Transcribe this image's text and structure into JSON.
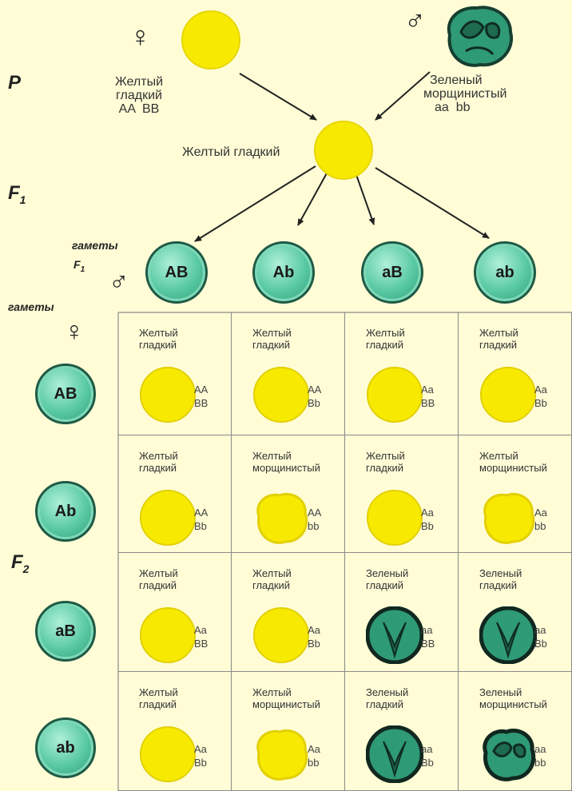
{
  "generations": {
    "p": "P",
    "f1": "F",
    "f1_sub": "1",
    "f2": "F",
    "f2_sub": "2"
  },
  "symbols": {
    "female": "♀",
    "male": "♂"
  },
  "parents": {
    "female": {
      "line1": "Желтый",
      "line2": "гладкий",
      "genotype": "AA  BB",
      "color": "#f7ea00"
    },
    "male": {
      "line1": "Зеленый",
      "line2": "морщинистый",
      "genotype": "aa  bb",
      "color": "#2f9a76"
    }
  },
  "f1": {
    "label": "Желтый гладкий"
  },
  "gametes_f1": {
    "label1": "гаметы",
    "label2": "F",
    "label2_sub": "1",
    "items": [
      "AB",
      "Ab",
      "aB",
      "ab"
    ]
  },
  "gametes_female": {
    "label": "гаметы",
    "items": [
      "AB",
      "Ab",
      "aB",
      "ab"
    ]
  },
  "grid": [
    [
      {
        "phenotype": [
          "Желтый",
          "гладкий"
        ],
        "genotype": [
          "AA",
          "BB"
        ],
        "color": "yellow",
        "shape": "smooth"
      },
      {
        "phenotype": [
          "Желтый",
          "гладкий"
        ],
        "genotype": [
          "AA",
          "Bb"
        ],
        "color": "yellow",
        "shape": "smooth"
      },
      {
        "phenotype": [
          "Желтый",
          "гладкий"
        ],
        "genotype": [
          "Aa",
          "BB"
        ],
        "color": "yellow",
        "shape": "smooth"
      },
      {
        "phenotype": [
          "Желтый",
          "гладкий"
        ],
        "genotype": [
          "Aa",
          "Bb"
        ],
        "color": "yellow",
        "shape": "smooth"
      }
    ],
    [
      {
        "phenotype": [
          "Желтый",
          "гладкий"
        ],
        "genotype": [
          "AA",
          "Bb"
        ],
        "color": "yellow",
        "shape": "smooth"
      },
      {
        "phenotype": [
          "Желтый",
          "морщинистый"
        ],
        "genotype": [
          "AA",
          "bb"
        ],
        "color": "yellow",
        "shape": "wrinkled"
      },
      {
        "phenotype": [
          "Желтый",
          "гладкий"
        ],
        "genotype": [
          "Aa",
          "Bb"
        ],
        "color": "yellow",
        "shape": "smooth"
      },
      {
        "phenotype": [
          "Желтый",
          "морщинистый"
        ],
        "genotype": [
          "Aa",
          "bb"
        ],
        "color": "yellow",
        "shape": "wrinkled"
      }
    ],
    [
      {
        "phenotype": [
          "Желтый",
          "гладкий"
        ],
        "genotype": [
          "Aa",
          "BB"
        ],
        "color": "yellow",
        "shape": "smooth"
      },
      {
        "phenotype": [
          "Желтый",
          "гладкий"
        ],
        "genotype": [
          "Aa",
          "Bb"
        ],
        "color": "yellow",
        "shape": "smooth"
      },
      {
        "phenotype": [
          "Зеленый",
          "гладкий"
        ],
        "genotype": [
          "aa",
          "BB"
        ],
        "color": "green",
        "shape": "smooth"
      },
      {
        "phenotype": [
          "Зеленый",
          "гладкий"
        ],
        "genotype": [
          "aa",
          "Bb"
        ],
        "color": "green",
        "shape": "smooth"
      }
    ],
    [
      {
        "phenotype": [
          "Желтый",
          "гладкий"
        ],
        "genotype": [
          "Aa",
          "Bb"
        ],
        "color": "yellow",
        "shape": "smooth"
      },
      {
        "phenotype": [
          "Желтый",
          "морщинистый"
        ],
        "genotype": [
          "Aa",
          "bb"
        ],
        "color": "yellow",
        "shape": "wrinkled"
      },
      {
        "phenotype": [
          "Зеленый",
          "гладкий"
        ],
        "genotype": [
          "aa",
          "Bb"
        ],
        "color": "green",
        "shape": "smooth"
      },
      {
        "phenotype": [
          "Зеленый",
          "морщинистый"
        ],
        "genotype": [
          "aa",
          "bb"
        ],
        "color": "green",
        "shape": "wrinkled"
      }
    ]
  ],
  "colors": {
    "yellow": "#f7ea00",
    "green": "#2f9a76",
    "gamete": "#57c8a3",
    "background": "#fffcd6"
  }
}
